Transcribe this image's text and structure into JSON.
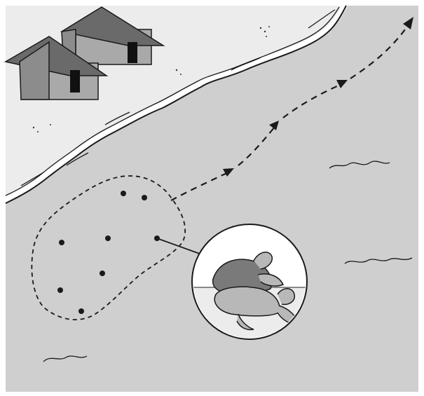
{
  "colors": {
    "frame": "#ffffff",
    "sea": "#cfcfcf",
    "beach": "#ececec",
    "roof": "#6a6a6a",
    "wall": "#a9a9a9",
    "door": "#111111",
    "ink": "#1a1a1a",
    "turtle_shell": "#7a7a7a",
    "turtle_body": "#b8b8b8"
  },
  "icons": {
    "houses": "hut-icon",
    "turtles": "mating-turtles-icon",
    "route": "dashed-arrow-route",
    "group": "dashed-loop-turtle-group"
  },
  "scene": {
    "hut_count": 2,
    "turtle_dot_count": 8,
    "route_arrowheads": 4,
    "description_text": ""
  }
}
